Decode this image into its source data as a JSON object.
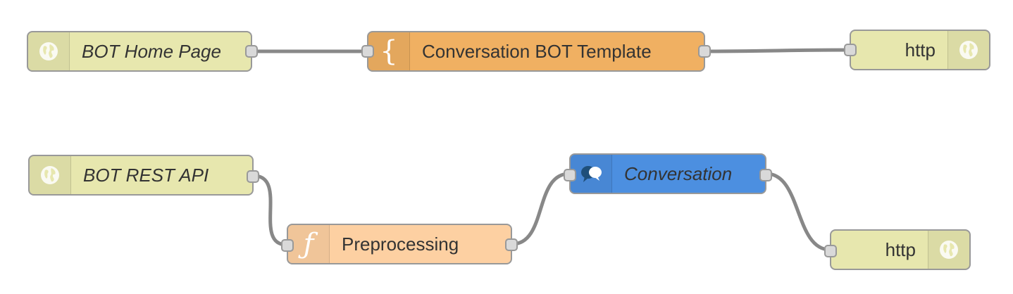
{
  "flow": {
    "nodes": {
      "bot_home_page": {
        "label": "BOT Home Page",
        "type": "http in",
        "icon": "globe-icon",
        "color": "#e7e7ae"
      },
      "conversation_bot_template": {
        "label": "Conversation BOT Template",
        "type": "template",
        "icon": "braces-icon",
        "color": "#f0b062"
      },
      "http_top": {
        "label": "http",
        "type": "http response",
        "icon": "globe-icon",
        "color": "#e7e7ae"
      },
      "bot_rest_api": {
        "label": "BOT REST API",
        "type": "http in",
        "icon": "globe-icon",
        "color": "#e7e7ae"
      },
      "preprocessing": {
        "label": "Preprocessing",
        "type": "function",
        "icon": "function-icon",
        "color": "#fdd0a2"
      },
      "conversation": {
        "label": "Conversation",
        "type": "conversation",
        "icon": "chat-bubbles-icon",
        "color": "#4c8fe0"
      },
      "http_bottom": {
        "label": "http",
        "type": "http response",
        "icon": "globe-icon",
        "color": "#e7e7ae"
      }
    },
    "wires": [
      {
        "from": "bot_home_page",
        "to": "conversation_bot_template"
      },
      {
        "from": "conversation_bot_template",
        "to": "http_top"
      },
      {
        "from": "bot_rest_api",
        "to": "preprocessing"
      },
      {
        "from": "preprocessing",
        "to": "conversation"
      },
      {
        "from": "conversation",
        "to": "http_bottom"
      }
    ]
  }
}
